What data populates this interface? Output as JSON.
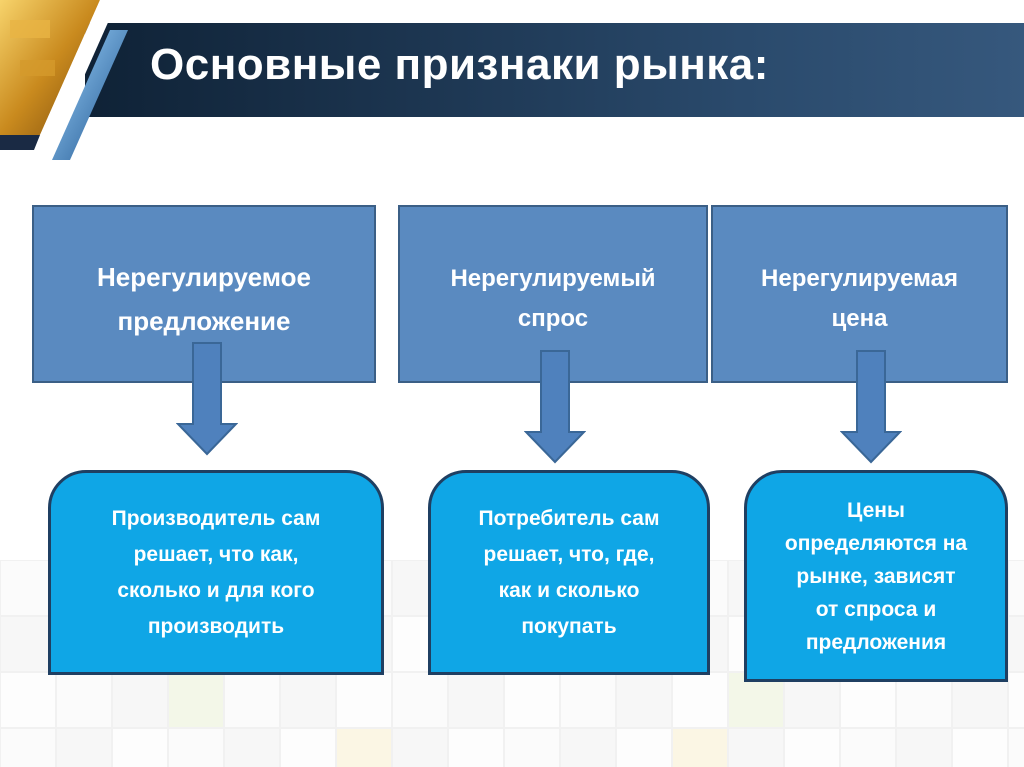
{
  "title": "Основные признаки рынка:",
  "columns": [
    {
      "top_lines": [
        "Нерегулируемое",
        "предложение"
      ],
      "bottom_lines": [
        "Производитель сам",
        "решает, что как,",
        "сколько и для кого",
        "производить"
      ]
    },
    {
      "top_lines": [
        "Нерегулируемый",
        "спрос"
      ],
      "bottom_lines": [
        "Потребитель сам",
        "решает, что, где,",
        "как и сколько",
        "покупать"
      ]
    },
    {
      "top_lines": [
        "Нерегулируемая",
        "цена"
      ],
      "bottom_lines": [
        "Цены",
        "определяются на",
        "рынке, зависят",
        "от спроса и",
        "предложения"
      ]
    }
  ],
  "colors": {
    "title_bar": "#1c3550",
    "top_box_fill": "#5a8ac0",
    "top_box_border": "#3b5f86",
    "bottom_box_fill": "#0fa6e6",
    "bottom_box_border": "#1f3f62",
    "arrow_fill": "#4f81bd"
  }
}
